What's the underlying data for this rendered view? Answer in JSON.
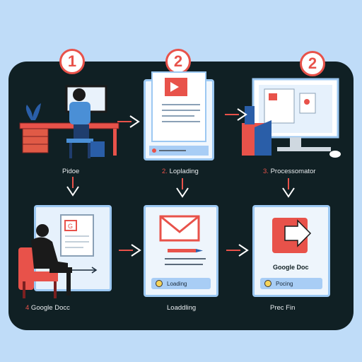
{
  "badges": [
    "1",
    "2",
    "2"
  ],
  "steps_row1": [
    {
      "num": "",
      "label": "Pidoe"
    },
    {
      "num": "2.",
      "label": " Loplading"
    },
    {
      "num": "3.",
      "label": " Processomator"
    }
  ],
  "steps_row2": [
    {
      "num": "4",
      "label": " Google Docc"
    },
    {
      "num": "",
      "label": "Loaddling"
    },
    {
      "num": "",
      "label": "Prec Fin"
    }
  ],
  "cards": {
    "loading_status": "Loading",
    "google_doc_caption": "Google Doc",
    "pocing_status": "Pocing"
  },
  "colors": {
    "background": "#bfdcf8",
    "board": "#102024",
    "accent_red": "#e8524a",
    "card_border": "#9cc8f2"
  },
  "icons": [
    "person-at-desk",
    "document-red-icon",
    "monitor-icon",
    "person-in-chair",
    "envelope-icon",
    "arrow-out-icon"
  ]
}
